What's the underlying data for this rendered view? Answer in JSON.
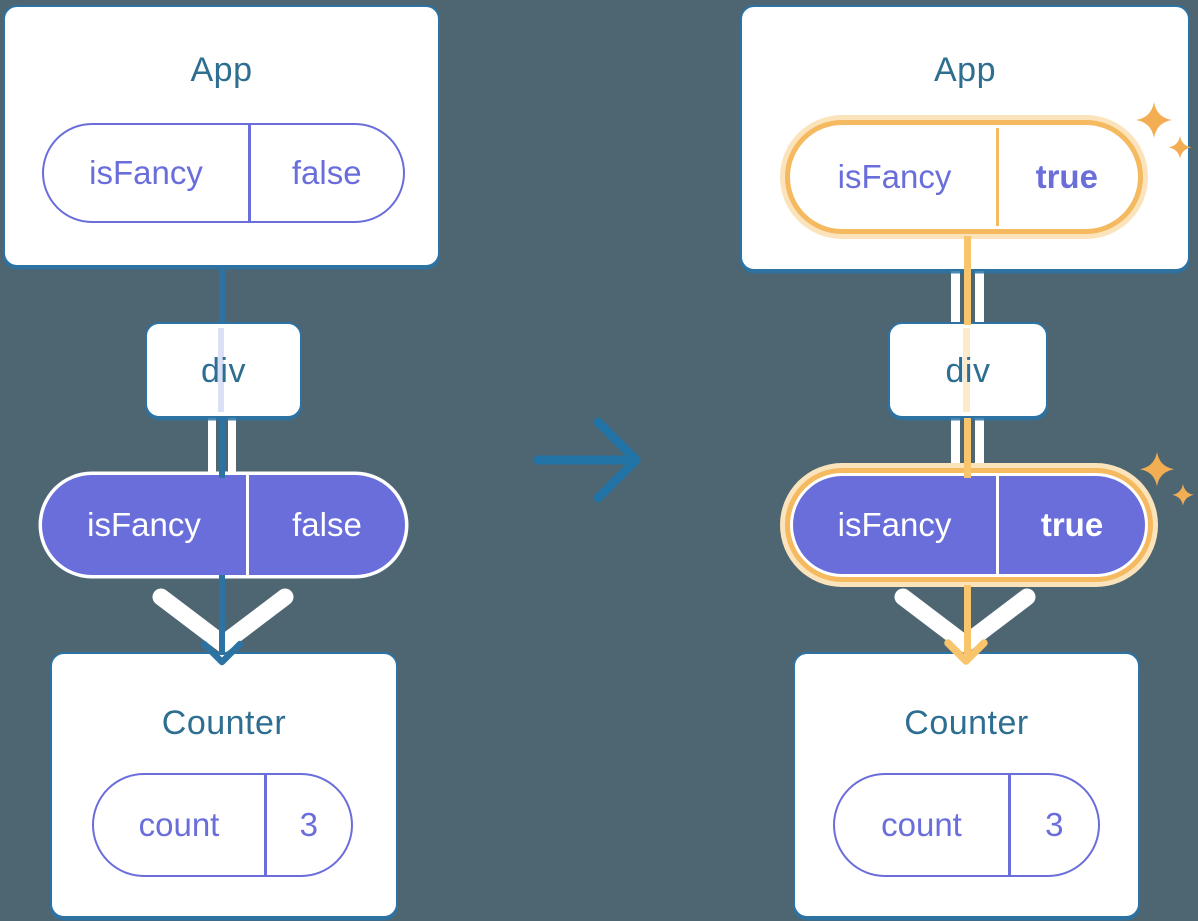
{
  "diagram": {
    "left_tree": {
      "app": {
        "title": "App",
        "prop_name": "isFancy",
        "prop_value": "false"
      },
      "div": {
        "label": "div"
      },
      "prop_pill": {
        "name": "isFancy",
        "value": "false"
      },
      "counter": {
        "title": "Counter",
        "state_name": "count",
        "state_value": "3"
      }
    },
    "right_tree": {
      "app": {
        "title": "App",
        "prop_name": "isFancy",
        "prop_value": "true"
      },
      "div": {
        "label": "div"
      },
      "prop_pill": {
        "name": "isFancy",
        "value": "true"
      },
      "counter": {
        "title": "Counter",
        "state_name": "count",
        "state_value": "3"
      }
    },
    "icons": {
      "transition": "arrow-right-icon",
      "highlight": "sparkles-icon",
      "flow": "chevron-down-arrow-icon"
    },
    "colors": {
      "background": "#4D6672",
      "card_bg": "#FFFFFF",
      "card_border": "#2C73A4",
      "title_text": "#2D6E91",
      "purple": "#6A6EDB",
      "pill_text_on_purple": "#FFFFFF",
      "orange": "#F8C46C",
      "orange_ring": "#F5B95F",
      "orange_glow": "#FBE3BB",
      "sparkle_orange": "#F3AE54",
      "pale_lavender": "#DBE0F7",
      "pale_orange": "#FCEACB",
      "arrow_blue": "#2273A6"
    }
  }
}
